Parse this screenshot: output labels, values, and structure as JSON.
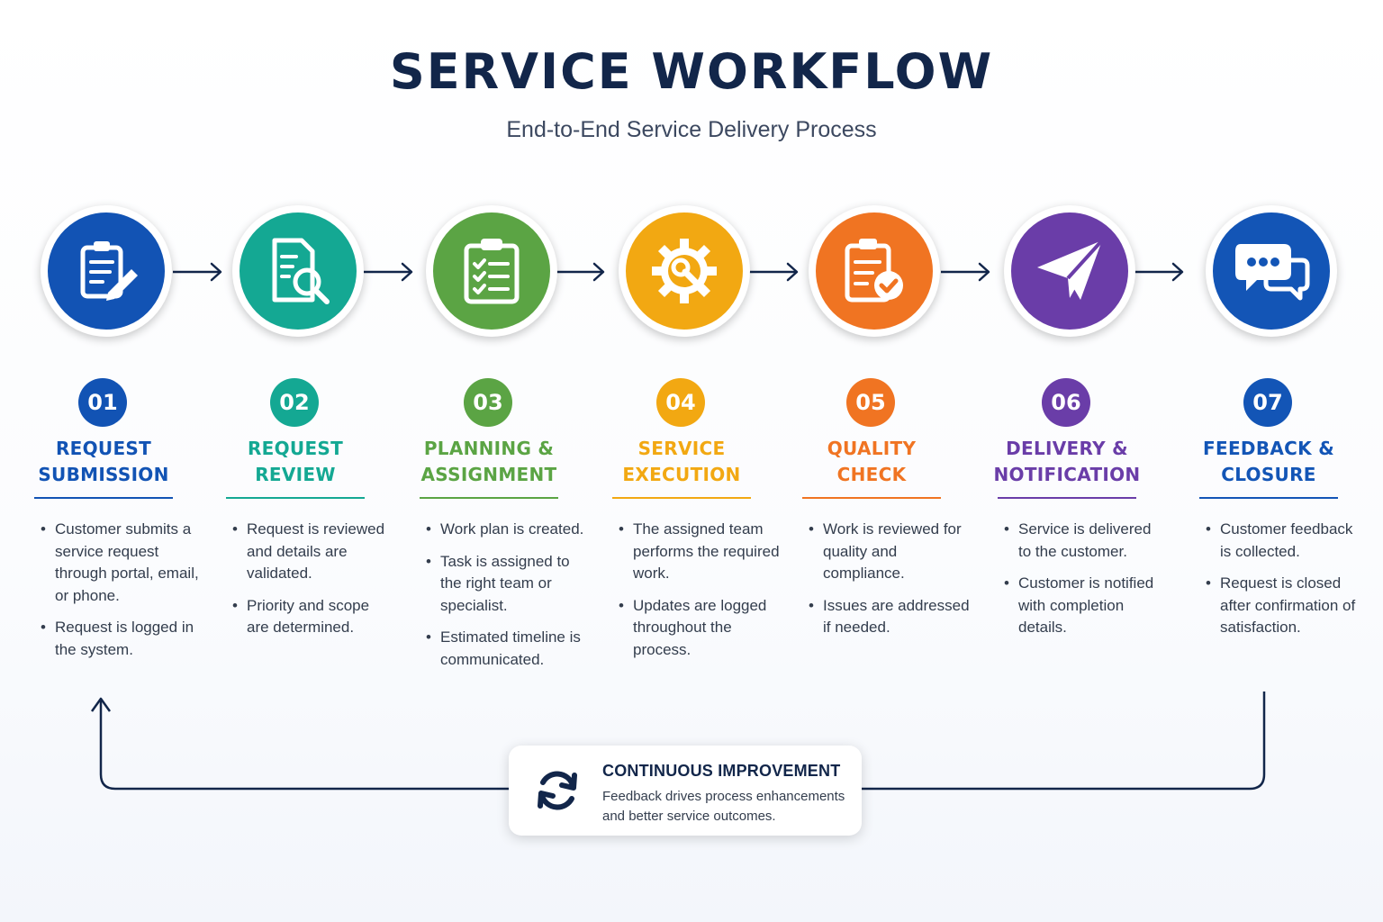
{
  "header": {
    "title": "SERVICE WORKFLOW",
    "subtitle": "End-to-End Service Delivery Process"
  },
  "steps": [
    {
      "number": "01",
      "title_line1": "REQUEST",
      "title_line2": "SUBMISSION",
      "color": "#1253b4",
      "icon": "clipboard-pencil-icon",
      "bullets": [
        "Customer submits a service request through portal, email, or phone.",
        "Request is logged in the system."
      ]
    },
    {
      "number": "02",
      "title_line1": "REQUEST",
      "title_line2": "REVIEW",
      "color": "#14a893",
      "icon": "document-search-icon",
      "bullets": [
        "Request is reviewed and details are validated.",
        "Priority and scope are determined."
      ]
    },
    {
      "number": "03",
      "title_line1": "PLANNING &",
      "title_line2": "ASSIGNMENT",
      "color": "#5ba444",
      "icon": "checklist-icon",
      "bullets": [
        "Work plan is created.",
        "Task is assigned to the right team or specialist.",
        "Estimated timeline is communicated."
      ]
    },
    {
      "number": "04",
      "title_line1": "SERVICE",
      "title_line2": "EXECUTION",
      "color": "#f2a812",
      "icon": "gear-wrench-icon",
      "bullets": [
        "The assigned team performs the required work.",
        "Updates are logged throughout the process."
      ]
    },
    {
      "number": "05",
      "title_line1": "QUALITY",
      "title_line2": "CHECK",
      "color": "#f07422",
      "icon": "clipboard-check-icon",
      "bullets": [
        "Work is reviewed for quality and compliance.",
        "Issues are addressed if needed."
      ]
    },
    {
      "number": "06",
      "title_line1": "DELIVERY &",
      "title_line2": "NOTIFICATION",
      "color": "#6a3da8",
      "icon": "paper-plane-icon",
      "bullets": [
        "Service is delivered to the customer.",
        "Customer is notified with completion details."
      ]
    },
    {
      "number": "07",
      "title_line1": "FEEDBACK &",
      "title_line2": "CLOSURE",
      "color": "#1355b6",
      "icon": "chat-bubbles-icon",
      "bullets": [
        "Customer feedback is collected.",
        "Request is closed after confirmation of satisfaction."
      ]
    }
  ],
  "improvement": {
    "title": "CONTINUOUS IMPROVEMENT",
    "text": "Feedback drives process enhancements and better service outcomes.",
    "icon": "refresh-cycle-icon"
  },
  "colors": {
    "navy": "#12264a"
  }
}
